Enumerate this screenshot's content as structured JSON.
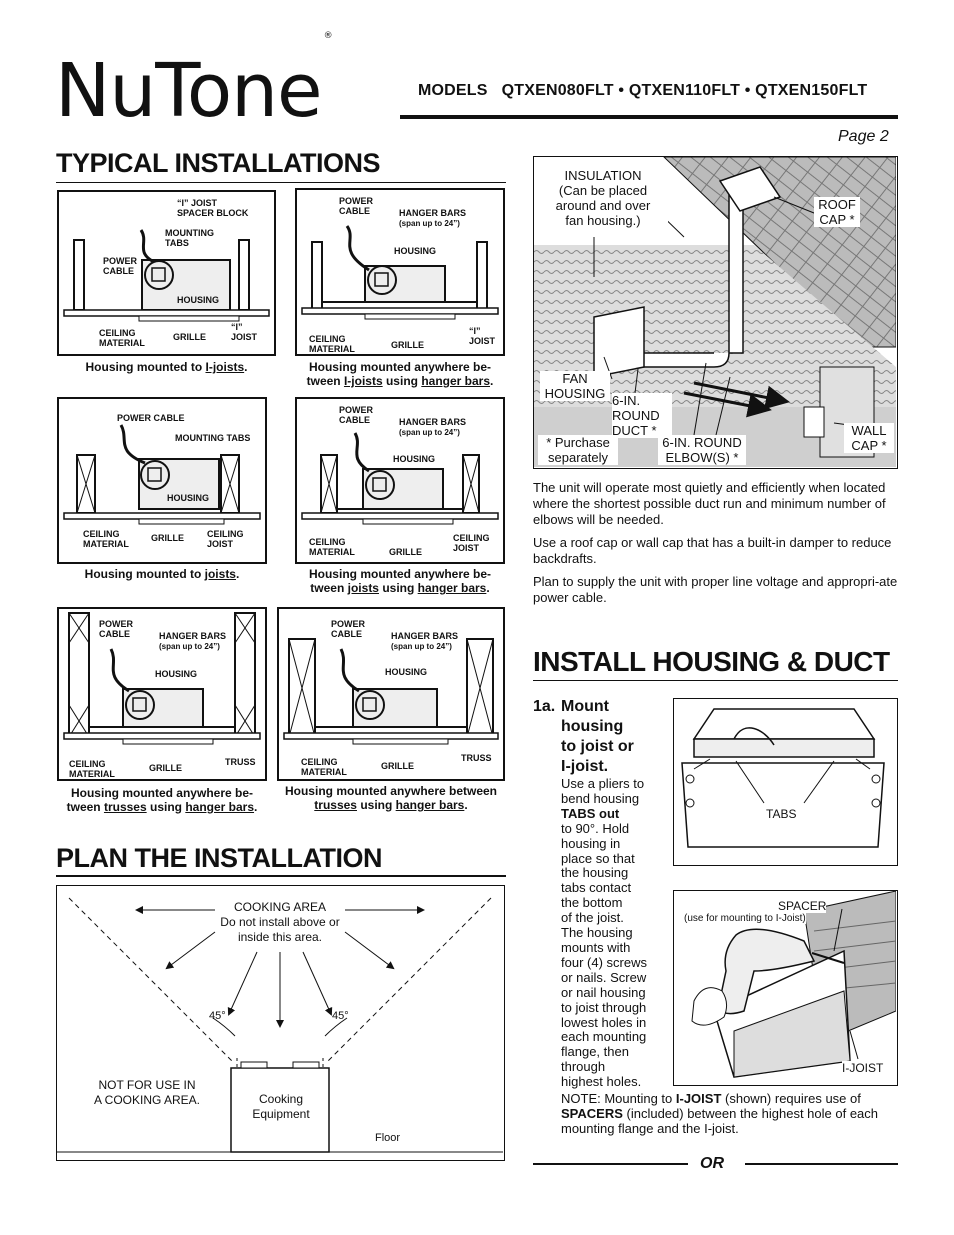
{
  "header": {
    "brand": "NuTone",
    "registered": "®",
    "models_label": "MODELS",
    "models_list": "QTXEN080FLT • QTXEN110FLT • QTXEN150FLT",
    "page": "Page 2"
  },
  "typical": {
    "title": "TYPICAL INSTALLATIONS",
    "diagrams": [
      {
        "labels": [
          "“I” JOIST",
          "SPACER BLOCK",
          "MOUNTING",
          "TABS",
          "POWER",
          "CABLE",
          "HOUSING",
          "CEILING",
          "MATERIAL",
          "GRILLE",
          "“I”",
          "JOIST"
        ],
        "caption_pre": "Housing mounted to ",
        "caption_u1": "I-joists",
        "caption_post": "."
      },
      {
        "labels": [
          "POWER",
          "CABLE",
          "HANGER BARS",
          "(span up to 24”)",
          "HOUSING",
          "CEILING",
          "MATERIAL",
          "GRILLE",
          "“I”",
          "JOIST"
        ],
        "caption_pre": "Housing mounted anywhere be-",
        "caption_line2_pre": "tween ",
        "caption_u1": "I-joists",
        "caption_mid": " using ",
        "caption_u2": "hanger bars",
        "caption_post": "."
      },
      {
        "labels": [
          "POWER CABLE",
          "MOUNTING TABS",
          "HOUSING",
          "CEILING",
          "MATERIAL",
          "GRILLE",
          "CEILING",
          "JOIST"
        ],
        "caption_pre": "Housing mounted to ",
        "caption_u1": "joists",
        "caption_post": "."
      },
      {
        "labels": [
          "POWER",
          "CABLE",
          "HANGER BARS",
          "(span up to 24”)",
          "HOUSING",
          "CEILING",
          "MATERIAL",
          "GRILLE",
          "CEILING",
          "JOIST"
        ],
        "caption_pre": "Housing mounted anywhere be-",
        "caption_line2_pre": "tween ",
        "caption_u1": "joists",
        "caption_mid": " using ",
        "caption_u2": "hanger bars",
        "caption_post": "."
      },
      {
        "labels": [
          "POWER",
          "CABLE",
          "HANGER BARS",
          "(span up to 24”)",
          "HOUSING",
          "CEILING",
          "MATERIAL",
          "GRILLE",
          "TRUSS"
        ],
        "caption_pre": "Housing mounted anywhere be-",
        "caption_line2_pre": "tween ",
        "caption_u1": "trusses",
        "caption_mid": " using ",
        "caption_u2": "hanger bars",
        "caption_post": "."
      },
      {
        "labels": [
          "POWER",
          "CABLE",
          "HANGER BARS",
          "(span up to 24”)",
          "HOUSING",
          "CEILING",
          "MATERIAL",
          "GRILLE",
          "TRUSS"
        ],
        "caption_pre": "Housing mounted anywhere between",
        "caption_line2_pre": "",
        "caption_u1": "trusses",
        "caption_mid": " using ",
        "caption_u2": "hanger bars",
        "caption_post": "."
      }
    ]
  },
  "duct_diagram": {
    "insulation": [
      "INSULATION",
      "(Can be placed",
      "around and over",
      "fan housing.)"
    ],
    "roof_cap": [
      "ROOF",
      "CAP *"
    ],
    "fan_housing": [
      "FAN",
      "HOUSING"
    ],
    "round_duct": [
      "6-IN.",
      "ROUND",
      "DUCT *"
    ],
    "purchase": [
      "* Purchase",
      "separately"
    ],
    "elbow": [
      "6-IN. ROUND",
      "ELBOW(S) *"
    ],
    "wall_cap": [
      "WALL",
      "CAP *"
    ]
  },
  "notes": [
    "The unit will operate most quietly and efficiently when located where the shortest possible duct run and minimum number of elbows will be needed.",
    "Use a roof cap or wall cap that has a built-in damper to reduce backdrafts.",
    "Plan to supply the unit with proper line voltage and appropri-ate power cable."
  ],
  "plan": {
    "title": "PLAN THE INSTALLATION",
    "cooking_area": [
      "COOKING AREA",
      "Do not install above or",
      "inside this area."
    ],
    "angle_left": "45°",
    "angle_right": "45°",
    "not_for_use": [
      "NOT FOR USE IN",
      "A COOKING AREA."
    ],
    "cooking_equipment": [
      "Cooking",
      "Equipment"
    ],
    "floor": "Floor"
  },
  "install": {
    "title": "INSTALL HOUSING & DUCT",
    "step_num": "1a.",
    "step_title": [
      "Mount",
      "housing",
      "to joist or",
      "I-joist."
    ],
    "step_body": [
      "Use a pliers to",
      "bend housing",
      "TABS out",
      "to 90°. Hold",
      "housing in",
      "place so that",
      "the housing",
      "tabs contact",
      "the bottom",
      "of the joist.",
      "The housing",
      "mounts with",
      "four (4) screws",
      "or nails. Screw",
      "or nail housing",
      "to joist through",
      "lowest holes in",
      "each mounting",
      "flange,  then",
      "through",
      "highest holes."
    ],
    "tabs_label": "TABS",
    "spacer_label": "SPACER",
    "spacer_note": "(use for mounting to I-Joist)",
    "ijoist_label": "I-JOIST",
    "note_pre": "NOTE: Mounting to ",
    "note_b1": "I-JOIST",
    "note_mid": " (shown) requires use of ",
    "note_b2": "SPACERS",
    "note_post": " (included) between the highest hole of each mounting flange and the I-joist.",
    "or": "OR"
  }
}
